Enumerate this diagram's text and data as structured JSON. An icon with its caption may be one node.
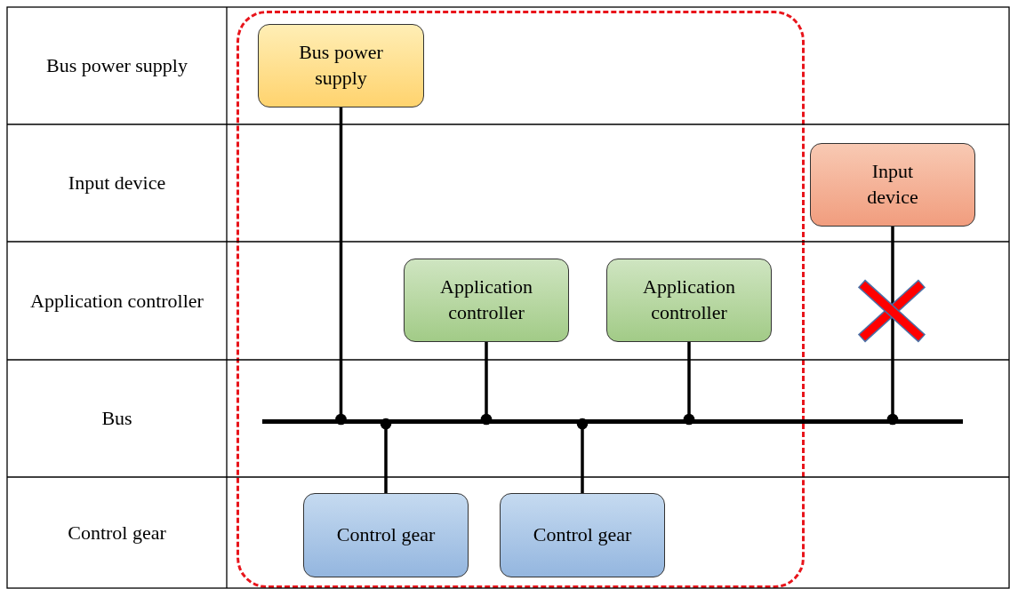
{
  "diagram": {
    "nodes": [
      {
        "text": [],
        "shape": "box"
      },
      {
        "text": [
          "Bus power supply"
        ],
        "in": 0
      },
      {
        "text": [
          "Input device"
        ]
      },
      {
        "text": [
          "Application controller"
        ],
        "in": 0
      },
      {
        "text": [
          "Application controller"
        ],
        "in": 0
      },
      {
        "text": [],
        "shape": "bar"
      },
      {
        "text": [
          "Control gear"
        ],
        "in": 0
      },
      {
        "text": [
          "Control gear"
        ],
        "in": 0
      }
    ],
    "edges": [
      {
        "from": 1,
        "to": 5,
        "arrow": "other"
      },
      {
        "from": 2,
        "to": 5,
        "arrow": "other"
      },
      {
        "from": 3,
        "to": 5,
        "arrow": "other"
      },
      {
        "from": 4,
        "to": 5,
        "arrow": "other"
      },
      {
        "from": 6,
        "to": 5,
        "arrow": "other"
      },
      {
        "from": 7,
        "to": 5,
        "arrow": "other"
      }
    ],
    "labels": [
      "Bus power supply",
      "Input device",
      "Application controller",
      "Bus",
      "Control gear"
    ]
  }
}
